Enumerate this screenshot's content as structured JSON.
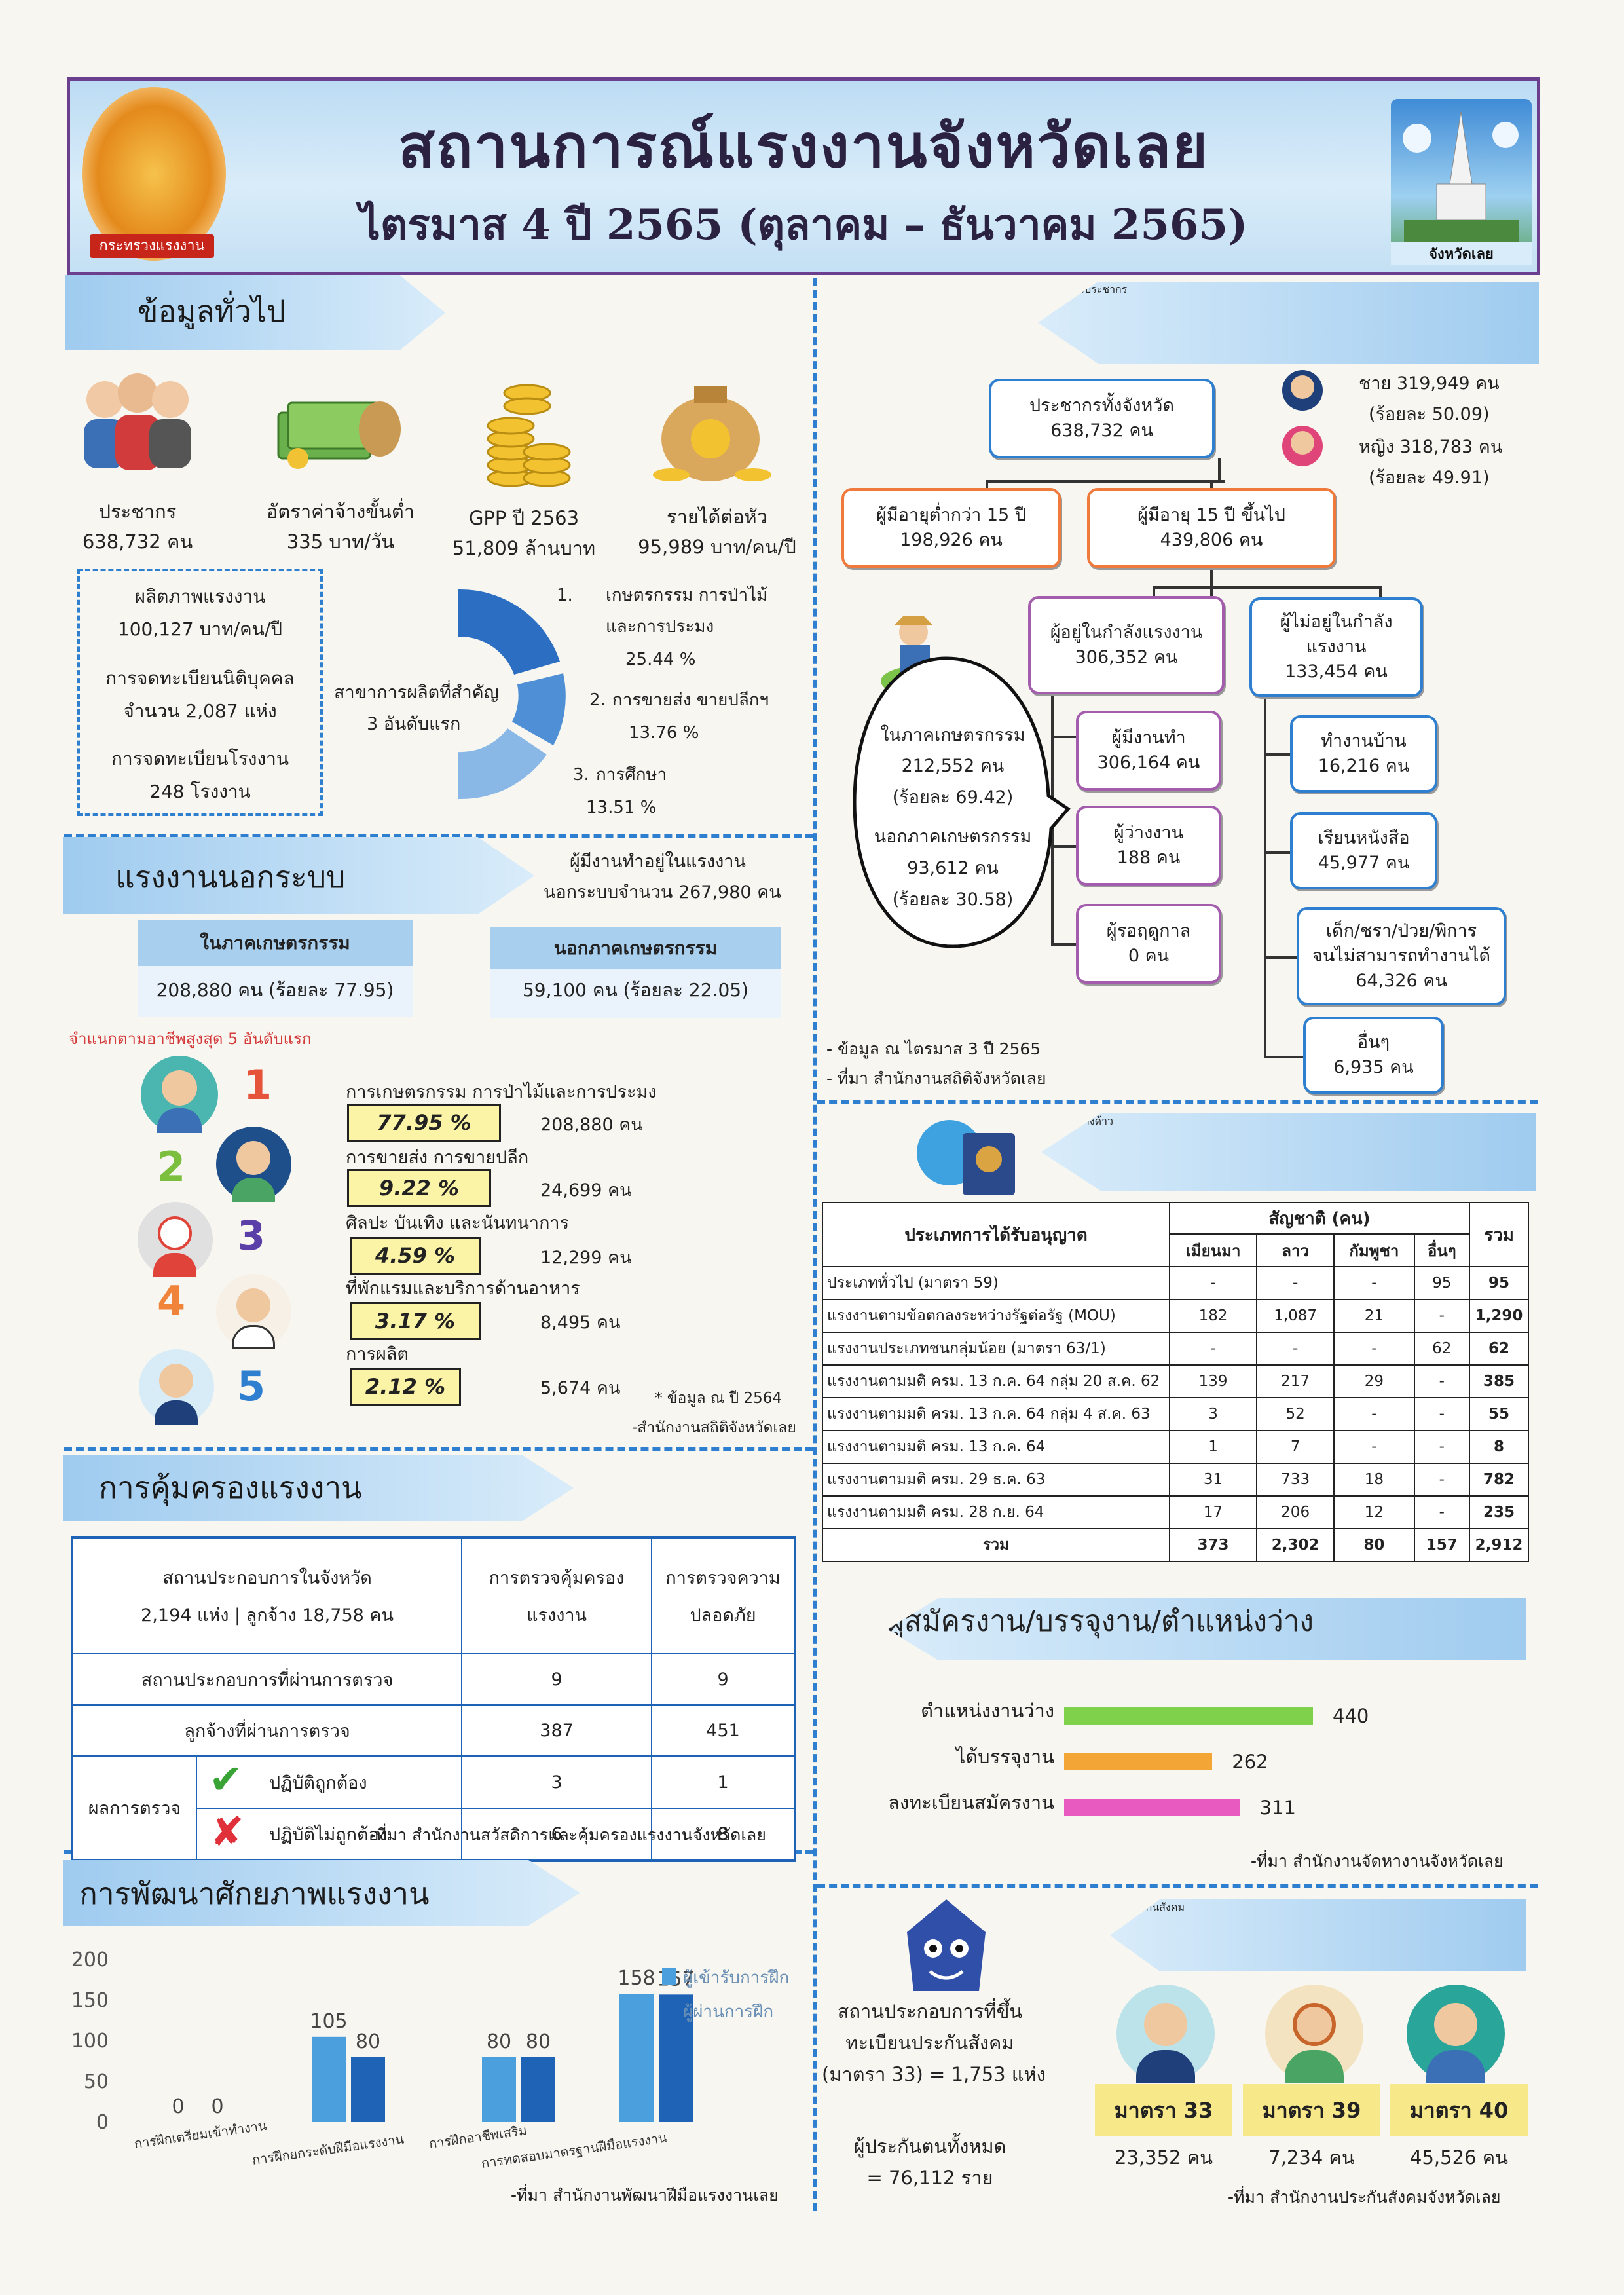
{
  "header": {
    "title": "สถานการณ์แรงงานจังหวัดเลย",
    "subtitle": "ไตรมาส 4 ปี 2565 (ตุลาคม – ธันวาคม 2565)",
    "left_logo_text": "กระทรวงแรงงาน",
    "right_logo_text": "จังหวัดเลย"
  },
  "general": {
    "title": "ข้อมูลทั่วไป",
    "stats": [
      {
        "label": "ประชากร",
        "value": "638,732 คน"
      },
      {
        "label": "อัตราค่าจ้างขั้นต่ำ",
        "value": "335 บาท/วัน"
      },
      {
        "label": "GPP ปี 2563",
        "value": "51,809 ล้านบาท"
      },
      {
        "label": "รายได้ต่อหัว",
        "value": "95,989 บาท/คน/ปี"
      }
    ],
    "box": [
      "ผลิตภาพแรงงาน",
      "100,127 บาท/คน/ปี",
      "การจดทะเบียนนิติบุคคล",
      "จำนวน 2,087 แห่ง",
      "การจดทะเบียนโรงงาน",
      "248 โรงงาน"
    ],
    "sector_label": [
      "สาขาการผลิตที่สำคัญ",
      "3 อันดับแรก"
    ],
    "sectors": [
      {
        "n": "1.",
        "a": "เกษตรกรรม การป่าไม้",
        "b": "และการประมง",
        "p": "25.44 %"
      },
      {
        "n": "2.",
        "a": "การขายส่ง ขายปลีกฯ",
        "p": "13.76 %"
      },
      {
        "n": "3.",
        "a": "การศึกษา",
        "p": "13.51 %"
      }
    ]
  },
  "population": {
    "title": "โครงสร้างประชากร",
    "total": [
      "ประชากรทั้งจังหวัด",
      "638,732 คน"
    ],
    "male": [
      "ชาย 319,949 คน",
      "(ร้อยละ 50.09)"
    ],
    "female": [
      "หญิง 318,783 คน",
      "(ร้อยละ 49.91)"
    ],
    "under15": [
      "ผู้มีอายุต่ำกว่า 15 ปี",
      "198,926 คน"
    ],
    "over15": [
      "ผู้มีอายุ 15 ปี ขึ้นไป",
      "439,806 คน"
    ],
    "inforce": [
      "ผู้อยู่ในกำลังแรงงาน",
      "306,352 คน"
    ],
    "notforce": [
      "ผู้ไม่อยู่ในกำลัง",
      "แรงงาน",
      "133,454 คน"
    ],
    "employed": [
      "ผู้มีงานทำ",
      "306,164 คน"
    ],
    "unemployed": [
      "ผู้ว่างงาน",
      "188 คน"
    ],
    "seasonal": [
      "ผู้รอฤดูกาล",
      "0 คน"
    ],
    "house": [
      "ทำงานบ้าน",
      "16,216 คน"
    ],
    "study": [
      "เรียนหนังสือ",
      "45,977 คน"
    ],
    "unable": [
      "เด็ก/ชรา/ป่วย/พิการ",
      "จนไม่สามารถทำงานได้",
      "64,326 คน"
    ],
    "other": [
      "อื่นๆ",
      "6,935 คน"
    ],
    "bubble": [
      "ในภาคเกษตรกรรม",
      "212,552 คน",
      "(ร้อยละ 69.42)",
      "นอกภาคเกษตรกรรม",
      "93,612 คน",
      "(ร้อยละ 30.58)"
    ],
    "note": [
      "- ข้อมูล ณ ไตรมาส 3 ปี 2565",
      "- ที่มา สำนักงานสถิติจังหวัดเลย"
    ]
  },
  "informal": {
    "title": "แรงงานนอกระบบ",
    "desc": [
      "ผู้มีงานทำอยู่ในแรงงาน",
      "นอกระบบจำนวน 267,980 คน"
    ],
    "in_ag": [
      "ในภาคเกษตรกรรม",
      "208,880 คน (ร้อยละ 77.95)"
    ],
    "out_ag": [
      "นอกภาคเกษตรกรรม",
      "59,100 คน (ร้อยละ 22.05)"
    ],
    "top5_title": "จำแนกตามอาชีพสูงสุด 5 อันดับแรก",
    "top5": [
      {
        "rank": "1",
        "name": "การเกษตรกรรม การป่าไม้และการประมง",
        "pct": "77.95 %",
        "count": "208,880 คน"
      },
      {
        "rank": "2",
        "name": "การขายส่ง การขายปลีก",
        "pct": "9.22 %",
        "count": "24,699 คน"
      },
      {
        "rank": "3",
        "name": "ศิลปะ บันเทิง และนันทนาการ",
        "pct": "4.59 %",
        "count": "12,299 คน"
      },
      {
        "rank": "4",
        "name": "ที่พักแรมและบริการด้านอาหาร",
        "pct": "3.17 %",
        "count": "8,495 คน"
      },
      {
        "rank": "5",
        "name": "การผลิต",
        "pct": "2.12 %",
        "count": "5,674 คน"
      }
    ],
    "note": [
      "* ข้อมูล ณ ปี 2564",
      "-สำนักงานสถิติจังหวัดเลย"
    ]
  },
  "foreign": {
    "title": "แรงงานต่างด้าว",
    "h_type": "ประเภทการได้รับอนุญาต",
    "h_nat": "สัญชาติ (คน)",
    "h_total": "รวม",
    "cols": [
      "เมียนมา",
      "ลาว",
      "กัมพูชา",
      "อื่นๆ"
    ],
    "rows": [
      [
        "ประเภททั่วไป (มาตรา 59)",
        "-",
        "-",
        "-",
        "95",
        "95"
      ],
      [
        "แรงงานตามข้อตกลงระหว่างรัฐต่อรัฐ (MOU)",
        "182",
        "1,087",
        "21",
        "-",
        "1,290"
      ],
      [
        "แรงงานประเภทชนกลุ่มน้อย (มาตรา 63/1)",
        "-",
        "-",
        "-",
        "62",
        "62"
      ],
      [
        "แรงงานตามมติ ครม. 13 ก.ค. 64 กลุ่ม 20 ส.ค. 62",
        "139",
        "217",
        "29",
        "-",
        "385"
      ],
      [
        "แรงงานตามมติ ครม. 13 ก.ค. 64 กลุ่ม 4 ส.ค. 63",
        "3",
        "52",
        "-",
        "-",
        "55"
      ],
      [
        "แรงงานตามมติ ครม. 13 ก.ค. 64",
        "1",
        "7",
        "-",
        "-",
        "8"
      ],
      [
        "แรงงานตามมติ ครม. 29 ธ.ค. 63",
        "31",
        "733",
        "18",
        "-",
        "782"
      ],
      [
        "แรงงานตามมติ ครม. 28 ก.ย. 64",
        "17",
        "206",
        "12",
        "-",
        "235"
      ],
      [
        "รวม",
        "373",
        "2,302",
        "80",
        "157",
        "2,912"
      ]
    ]
  },
  "jobs": {
    "title": "ผู้สมัครงาน/บรรจุงาน/ตำแหน่งว่าง",
    "chart_data": {
      "type": "bar",
      "categories": [
        "ตำแหน่งงานว่าง",
        "ได้บรรจุงาน",
        "ลงทะเบียนสมัครงาน"
      ],
      "values": [
        440,
        262,
        311
      ],
      "colors": [
        "#7fd04a",
        "#f3a536",
        "#e85ac0"
      ]
    },
    "note": "-ที่มา สำนักงานจัดหางานจังหวัดเลย"
  },
  "protection": {
    "title": "การคุ้มครองแรงงาน",
    "h1": [
      "สถานประกอบการในจังหวัด",
      "2,194 แห่ง | ลูกจ้าง 18,758 คน"
    ],
    "h2": [
      "การตรวจคุ้มครอง",
      "แรงงาน"
    ],
    "h3": [
      "การตรวจความ",
      "ปลอดภัย"
    ],
    "r1": [
      "สถานประกอบการที่ผ่านการตรวจ",
      "9",
      "9"
    ],
    "r2": [
      "ลูกจ้างที่ผ่านการตรวจ",
      "387",
      "451"
    ],
    "result": "ผลการตรวจ",
    "ok": [
      "ปฏิบัติถูกต้อง",
      "3",
      "1"
    ],
    "bad": [
      "ปฏิบัติไม่ถูกต้อง",
      "6",
      "8"
    ],
    "note": "-ที่มา สำนักงานสวัสดิการและคุ้มครองแรงงานจังหวัดเลย"
  },
  "training": {
    "title": "การพัฒนาศักยภาพแรงงาน",
    "chart_data": {
      "type": "bar",
      "categories": [
        "การฝึกเตรียมเข้าทำงาน",
        "การฝึกยกระดับฝีมือแรงงาน",
        "การฝึกอาชีพเสริม",
        "การทดสอบมาตรฐานฝีมือแรงงาน"
      ],
      "series": [
        {
          "name": "ผู้เข้ารับการฝึก",
          "values": [
            0,
            105,
            80,
            158
          ]
        },
        {
          "name": "ผู้ผ่านการฝึก",
          "values": [
            0,
            80,
            80,
            157
          ]
        }
      ],
      "ylim": [
        0,
        200
      ],
      "yticks": [
        "0",
        "50",
        "100",
        "150",
        "200"
      ],
      "colors": [
        "#4a9fdc",
        "#1f63b6"
      ]
    },
    "note": "-ที่มา สำนักงานพัฒนาฝีมือแรงงานเลย"
  },
  "social": {
    "title": "การประกันสังคม",
    "desc": [
      "สถานประกอบการที่ขึ้น",
      "ทะเบียนประกันสังคม",
      "(มาตรา 33) = 1,753 แห่ง"
    ],
    "insured": [
      "ผู้ประกันตนทั้งหมด",
      "= 76,112 ราย"
    ],
    "items": [
      {
        "label": "มาตรา 33",
        "value": "23,352 คน"
      },
      {
        "label": "มาตรา 39",
        "value": "7,234 คน"
      },
      {
        "label": "มาตรา 40",
        "value": "45,526 คน"
      }
    ],
    "note": "-ที่มา สำนักงานประกันสังคมจังหวัดเลย"
  }
}
